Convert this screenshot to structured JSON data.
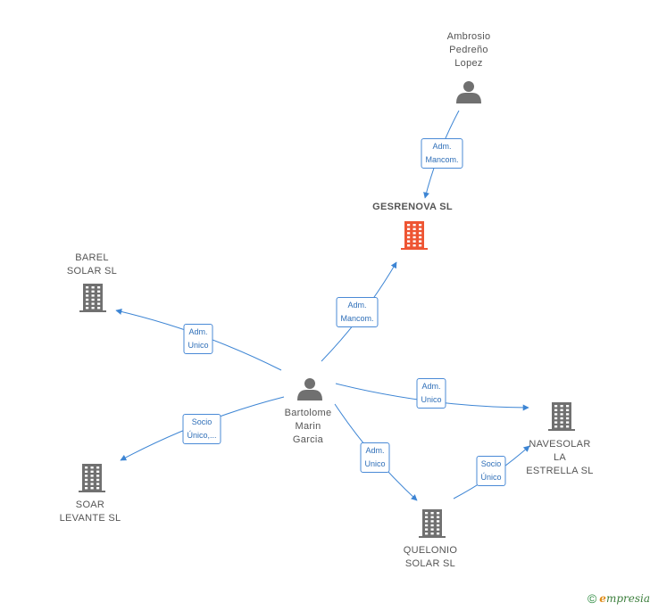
{
  "colors": {
    "edge": "#3d85d4",
    "person": "#707070",
    "company": "#707070",
    "main_company": "#ee5533"
  },
  "nodes": {
    "ambrosio": {
      "type": "person",
      "lines": [
        "Ambrosio",
        "Pedreño",
        "Lopez"
      ]
    },
    "gesrenova": {
      "type": "company-main",
      "lines": [
        "GESRENOVA SL"
      ]
    },
    "barel": {
      "type": "company",
      "lines": [
        "BAREL",
        "SOLAR SL"
      ]
    },
    "bartolome": {
      "type": "person",
      "lines": [
        "Bartolome",
        "Marin",
        "Garcia"
      ]
    },
    "navesolar": {
      "type": "company",
      "lines": [
        "NAVESOLAR",
        "LA",
        "ESTRELLA SL"
      ]
    },
    "soar": {
      "type": "company",
      "lines": [
        "SOAR",
        "LEVANTE SL"
      ]
    },
    "quelonio": {
      "type": "company",
      "lines": [
        "QUELONIO",
        "SOLAR SL"
      ]
    }
  },
  "edges": [
    {
      "from": "ambrosio",
      "to": "gesrenova",
      "label": [
        "Adm.",
        "Mancom."
      ]
    },
    {
      "from": "bartolome",
      "to": "gesrenova",
      "label": [
        "Adm.",
        "Mancom."
      ]
    },
    {
      "from": "bartolome",
      "to": "barel",
      "label": [
        "Adm.",
        "Unico"
      ]
    },
    {
      "from": "bartolome",
      "to": "navesolar",
      "label": [
        "Adm.",
        "Unico"
      ]
    },
    {
      "from": "bartolome",
      "to": "soar",
      "label": [
        "Socio",
        "Único,..."
      ]
    },
    {
      "from": "bartolome",
      "to": "quelonio",
      "label": [
        "Adm.",
        "Unico"
      ]
    },
    {
      "from": "quelonio",
      "to": "navesolar",
      "label": [
        "Socio",
        "Único"
      ]
    }
  ],
  "footer": {
    "copyright": "©",
    "brand_initial": "e",
    "brand_rest": "mpresia"
  }
}
